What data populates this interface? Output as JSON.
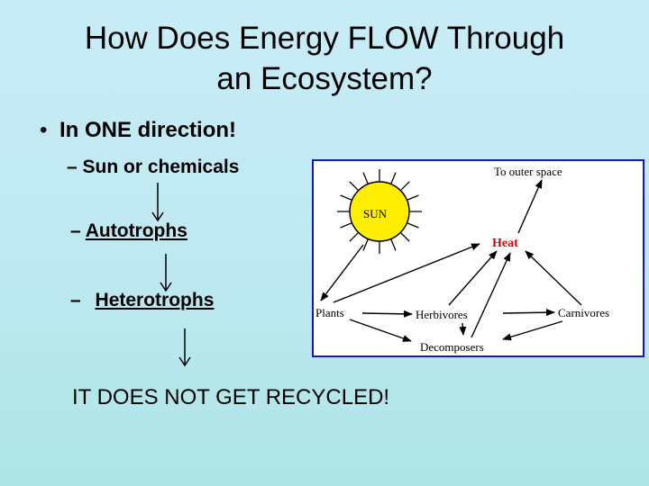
{
  "slide": {
    "title_line1": "How Does Energy FLOW Through",
    "title_line2": "an Ecosystem?",
    "bullet_main": "In ONE direction!",
    "bullet_dot": "•",
    "sub_dash": "–",
    "sub_items": [
      "Sun or chemicals",
      "Autotrophs",
      "Heterotrophs"
    ],
    "footer": "IT DOES NOT GET RECYCLED!"
  },
  "diagram": {
    "labels": {
      "sun": "SUN",
      "outer_space": "To outer space",
      "heat": "Heat",
      "plants": "Plants",
      "herbivores": "Herbivores",
      "carnivores": "Carnivores",
      "decomposers": "Decomposers"
    },
    "colors": {
      "sun_fill": "#ffee00",
      "heat_text": "#dd0000",
      "border": "#1515c8"
    }
  }
}
